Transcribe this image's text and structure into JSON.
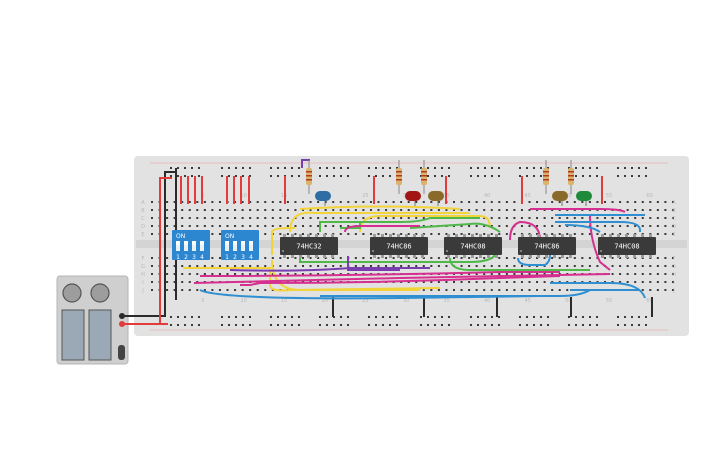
{
  "chips": [
    {
      "label": "74HC32"
    },
    {
      "label": "74HC86"
    },
    {
      "label": "74HC08"
    },
    {
      "label": "74HC86"
    },
    {
      "label": "74HC08"
    }
  ],
  "dip_switches": [
    {
      "on_label": "ON",
      "numbers": [
        "1",
        "2",
        "3",
        "4"
      ]
    },
    {
      "on_label": "ON",
      "numbers": [
        "1",
        "2",
        "3",
        "4"
      ]
    }
  ],
  "column_numbers": [
    "5",
    "10",
    "15",
    "20",
    "25",
    "30",
    "35",
    "40",
    "45",
    "50",
    "55",
    "60"
  ],
  "row_letters_top": [
    "A",
    "B",
    "C",
    "D",
    "E"
  ],
  "row_letters_bottom": [
    "F",
    "G",
    "H",
    "I",
    "J"
  ],
  "leds": [
    {
      "color": "#2e6da4"
    },
    {
      "color": "#a31515"
    },
    {
      "color": "#8a6a2a"
    },
    {
      "color": "#8a6a2a"
    },
    {
      "color": "#1e8a3a"
    }
  ],
  "wire_colors": {
    "red": "#e23b3b",
    "black": "#2b2b2b",
    "yellow": "#f2d43a",
    "green": "#4fb848",
    "pink": "#d62f8f",
    "purple": "#7a3db0",
    "blue": "#2f8fd0"
  }
}
